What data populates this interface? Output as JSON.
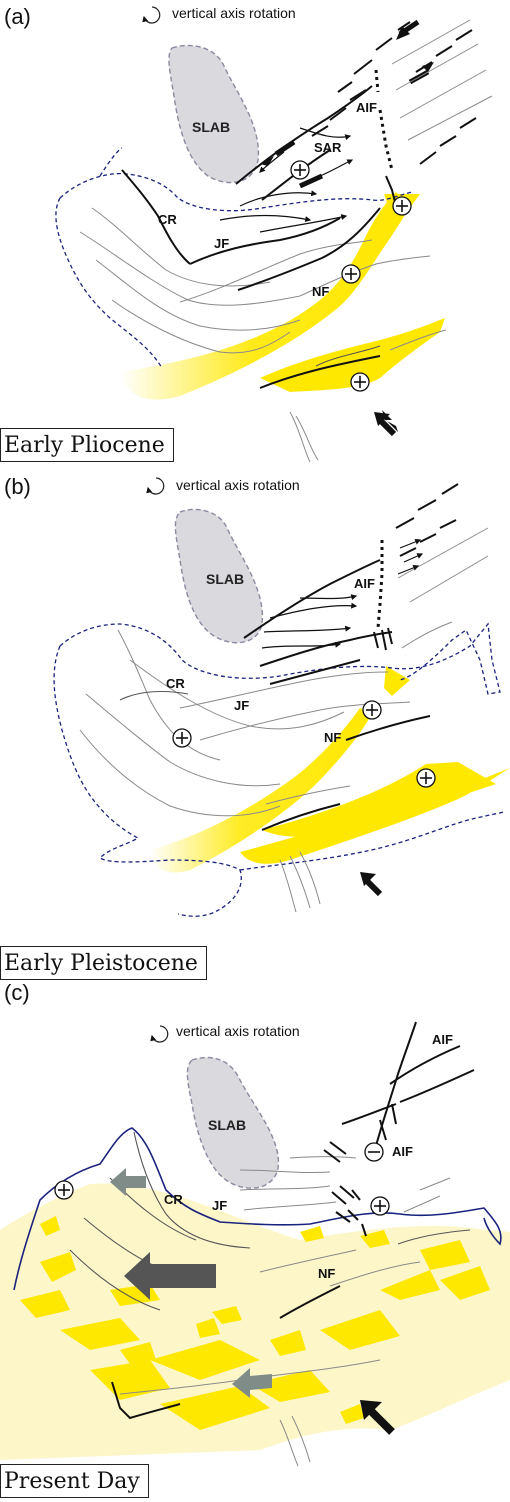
{
  "panels": [
    {
      "label": "(a)",
      "age": "Early Pliocene",
      "rotation": "vertical axis rotation"
    },
    {
      "label": "(b)",
      "age": "Early Pleistocene",
      "rotation": "vertical axis rotation"
    },
    {
      "label": "(c)",
      "age": "Present Day",
      "rotation": "vertical axis rotation"
    }
  ],
  "labels": {
    "slab": "SLAB",
    "aif": "AIF",
    "sar": "SAR",
    "cr": "CR",
    "jf": "JF",
    "nf": "NF"
  },
  "colors": {
    "slab_fill": "#d9d9de",
    "slab_stroke": "#8a8aa0",
    "coastline": "#1a237e",
    "yellow": "#ffe800",
    "pale_yellow": "#fdf6c8",
    "big_arrow": "#555555",
    "small_arrow": "#7f8c88"
  },
  "icons": [
    "rotation-icon",
    "plus-circle-icon",
    "minus-circle-icon",
    "convergence-arrow-icon",
    "rotation-arrow-icon"
  ]
}
